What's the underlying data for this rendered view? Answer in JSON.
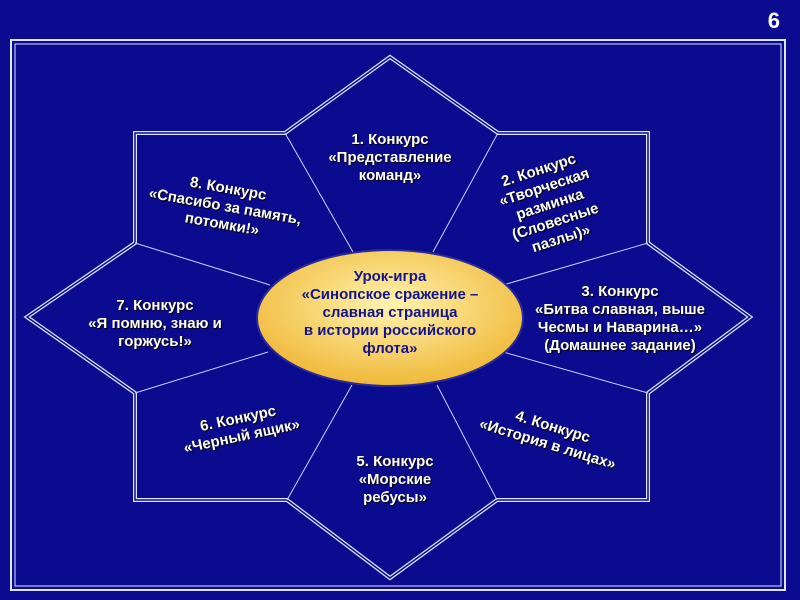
{
  "slide_number": "6",
  "center": {
    "lines": [
      "Урок-игра",
      "«Синопское сражение –",
      "славная страница",
      "в истории российского",
      "флота»"
    ]
  },
  "contests": [
    {
      "lines": [
        "1. Конкурс",
        "«Представление",
        "команд»"
      ]
    },
    {
      "lines": [
        "2. Конкурс",
        "«Творческая",
        "разминка",
        "(Словесные",
        "пазлы)»"
      ]
    },
    {
      "lines": [
        "3. Конкурс",
        "«Битва славная, выше",
        "Чесмы и Наварина…»",
        "(Домашнее задание)"
      ]
    },
    {
      "lines": [
        "4. Конкурс",
        "«История в лицах»"
      ]
    },
    {
      "lines": [
        "5. Конкурс",
        "«Морские",
        "ребусы»"
      ]
    },
    {
      "lines": [
        "6. Конкурс",
        "«Черный ящик»"
      ]
    },
    {
      "lines": [
        "7. Конкурс",
        "«Я помню, знаю и",
        "горжусь!»"
      ]
    },
    {
      "lines": [
        "8. Конкурс",
        "«Спасибо за память,",
        "потомки!»"
      ]
    }
  ],
  "colors": {
    "background": "#0b0b8f",
    "center_fill": "#f7d060",
    "line": "#ffffff"
  }
}
